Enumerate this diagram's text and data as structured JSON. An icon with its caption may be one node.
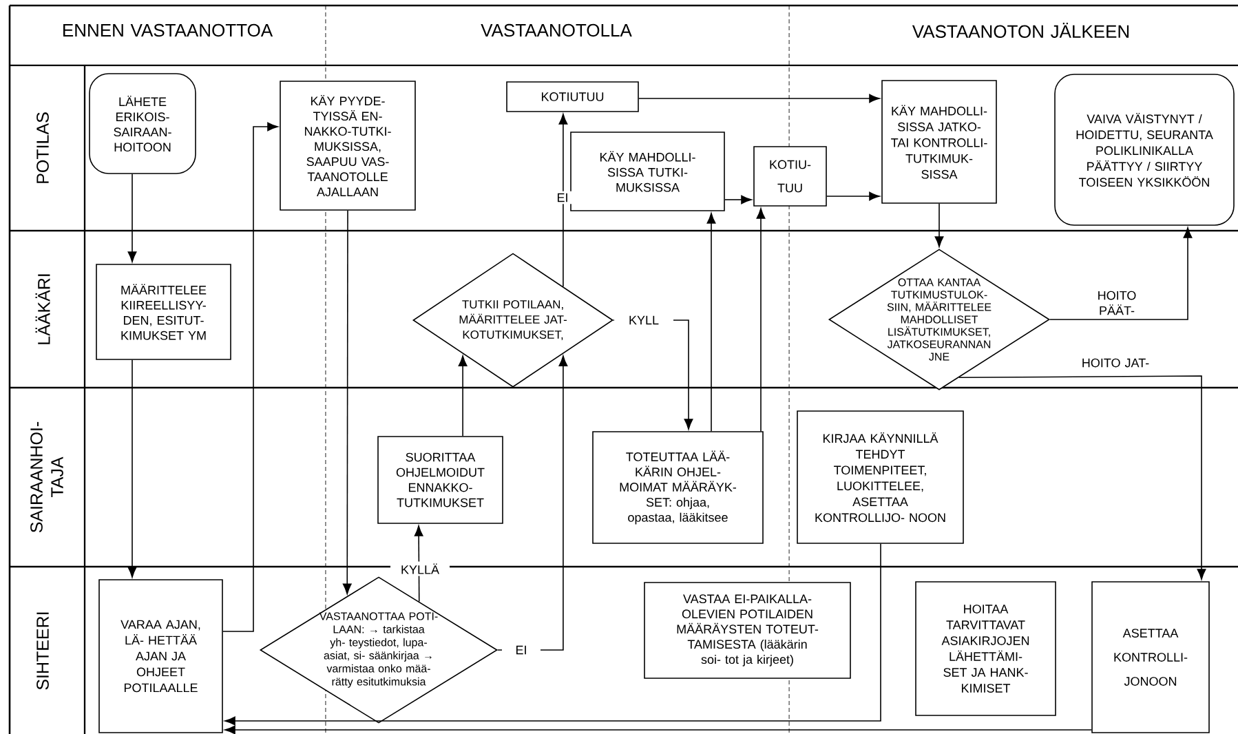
{
  "diagram": {
    "nodes": [
      {
        "text": [
          "LÄHETE ERIKOIS- SAIRAAN- HOITOON"
        ]
      },
      {
        "text": [
          "MÄÄRITTELEE KIIREELLISYY- DEN, ESITUT- KIMUKSET YM"
        ]
      },
      {
        "text": [
          "VARAA AJAN, LÄ- HETTÄÄ AJAN JA OHJEET POTILAALLE"
        ]
      },
      {
        "text": [
          "KÄY PYYDE- TYISSÄ EN- NAKKO-TUTKI- MUKSISSA, SAAPUU VAS- TAANOTOLLE AJALLAAN"
        ]
      },
      {
        "text": [
          "VASTAANOTTAA POTI- LAAN: → tarkistaa yh- teystiedot, lupa-asiat, si- säänkirjaa → varmistaa onko mää- rätty esitutkimuksia"
        ]
      },
      {
        "text": [
          "SUORITTAA OHJELMOIDUT ENNAKKO- TUTKIMUKSET"
        ]
      },
      {
        "text": [
          "TUTKII POTILAAN, MÄÄRITTELEE JAT- KOTUTKIMUKSET,"
        ]
      },
      {
        "text": [
          "KOTIUTUU"
        ]
      },
      {
        "text": [
          "KÄY MAHDOLLI- SISSA TUTKI- MUKSISSA"
        ]
      },
      {
        "text": [
          "KOTIU- TUU"
        ]
      },
      {
        "text": [
          "TOTEUTTAA LÄÄ- KÄRIN OHJEL- MOIMAT MÄÄRÄYK- SET: ohjaa, opastaa, lääkitsee"
        ]
      },
      {
        "text": [
          "VASTAA EI-PAIKALLA- OLEVIEN POTILAIDEN MÄÄRÄYSTEN TOTEUT- TAMISESTA (lääkärin soi- tot ja kirjeet)"
        ]
      },
      {
        "text": [
          "KÄY MAHDOLLI- SISSA JATKO- TAI KONTROLLI- TUTKIMUK- SISSA"
        ]
      },
      {
        "text": [
          "VAIVA VÄISTYNYT / HOIDETTU, SEURANTA POLIKLINIKALLA PÄÄTTYY / SIIRTYY TOISEEN YKSIKKÖÖN"
        ]
      },
      {
        "text": [
          "OTTAA KANTAA TUTKIMUSTULOK- SIIN, MÄÄRITTELEE MAHDOLLISET LISÄTUTKIMUKSET, JATKOSEURANNAN JNE"
        ]
      },
      {
        "text": [
          "KIRJAA KÄYNNILLÄ TEHDYT TOIMENPITEET, LUOKITTELEE, ASETTAA KONTROLLIJO- NOON"
        ]
      },
      {
        "text": [
          "HOITAA TARVITTAVAT ASIAKIRJOJEN LÄHETTÄMI- SET JA HANK- KIMISET"
        ]
      },
      {
        "text": [
          "ASETTAA KONTROLLI- JONOON"
        ]
      }
    ],
    "edges": [
      {
        "from": 0,
        "to": 1,
        "arrow": "to"
      },
      {
        "from": 1,
        "to": 2,
        "arrow": "to"
      },
      {
        "from": 2,
        "to": 3,
        "arrow": "to"
      },
      {
        "from": 3,
        "to": 4,
        "arrow": "to"
      },
      {
        "from": 4,
        "to": 5,
        "arrow": "to",
        "label": "KYLLÄ"
      },
      {
        "from": 4,
        "to": 6,
        "arrow": "to",
        "label": "EI"
      },
      {
        "from": 5,
        "to": 6,
        "arrow": "to"
      },
      {
        "from": 6,
        "to": 7,
        "arrow": "to",
        "label": "EI"
      },
      {
        "from": 6,
        "to": 10,
        "arrow": "to",
        "label": "KYLL"
      },
      {
        "from": 10,
        "to": 8,
        "arrow": "to"
      },
      {
        "from": 10,
        "to": 9,
        "arrow": "to"
      },
      {
        "from": 8,
        "to": 9,
        "arrow": "to"
      },
      {
        "from": 7,
        "to": 12,
        "arrow": "to"
      },
      {
        "from": 9,
        "to": 12,
        "arrow": "to"
      },
      {
        "from": 12,
        "to": 14,
        "arrow": "to"
      },
      {
        "from": 14,
        "to": 13,
        "arrow": "to",
        "label": "HOITO PÄÄT-"
      },
      {
        "from": 14,
        "to": 17,
        "arrow": "to",
        "label": "HOITO JAT-"
      },
      {
        "from": 15,
        "to": 2,
        "arrow": "to"
      },
      {
        "from": 17,
        "to": 2,
        "arrow": "to"
      }
    ],
    "labels": [
      "ENNEN VASTAANOTTOA",
      "VASTAANOTOLLA",
      "VASTAANOTON JÄLKEEN",
      "POTILAS",
      "LÄÄKÄRI",
      "SAIRAANHOI- TAJA",
      "SIHTEERI"
    ]
  }
}
